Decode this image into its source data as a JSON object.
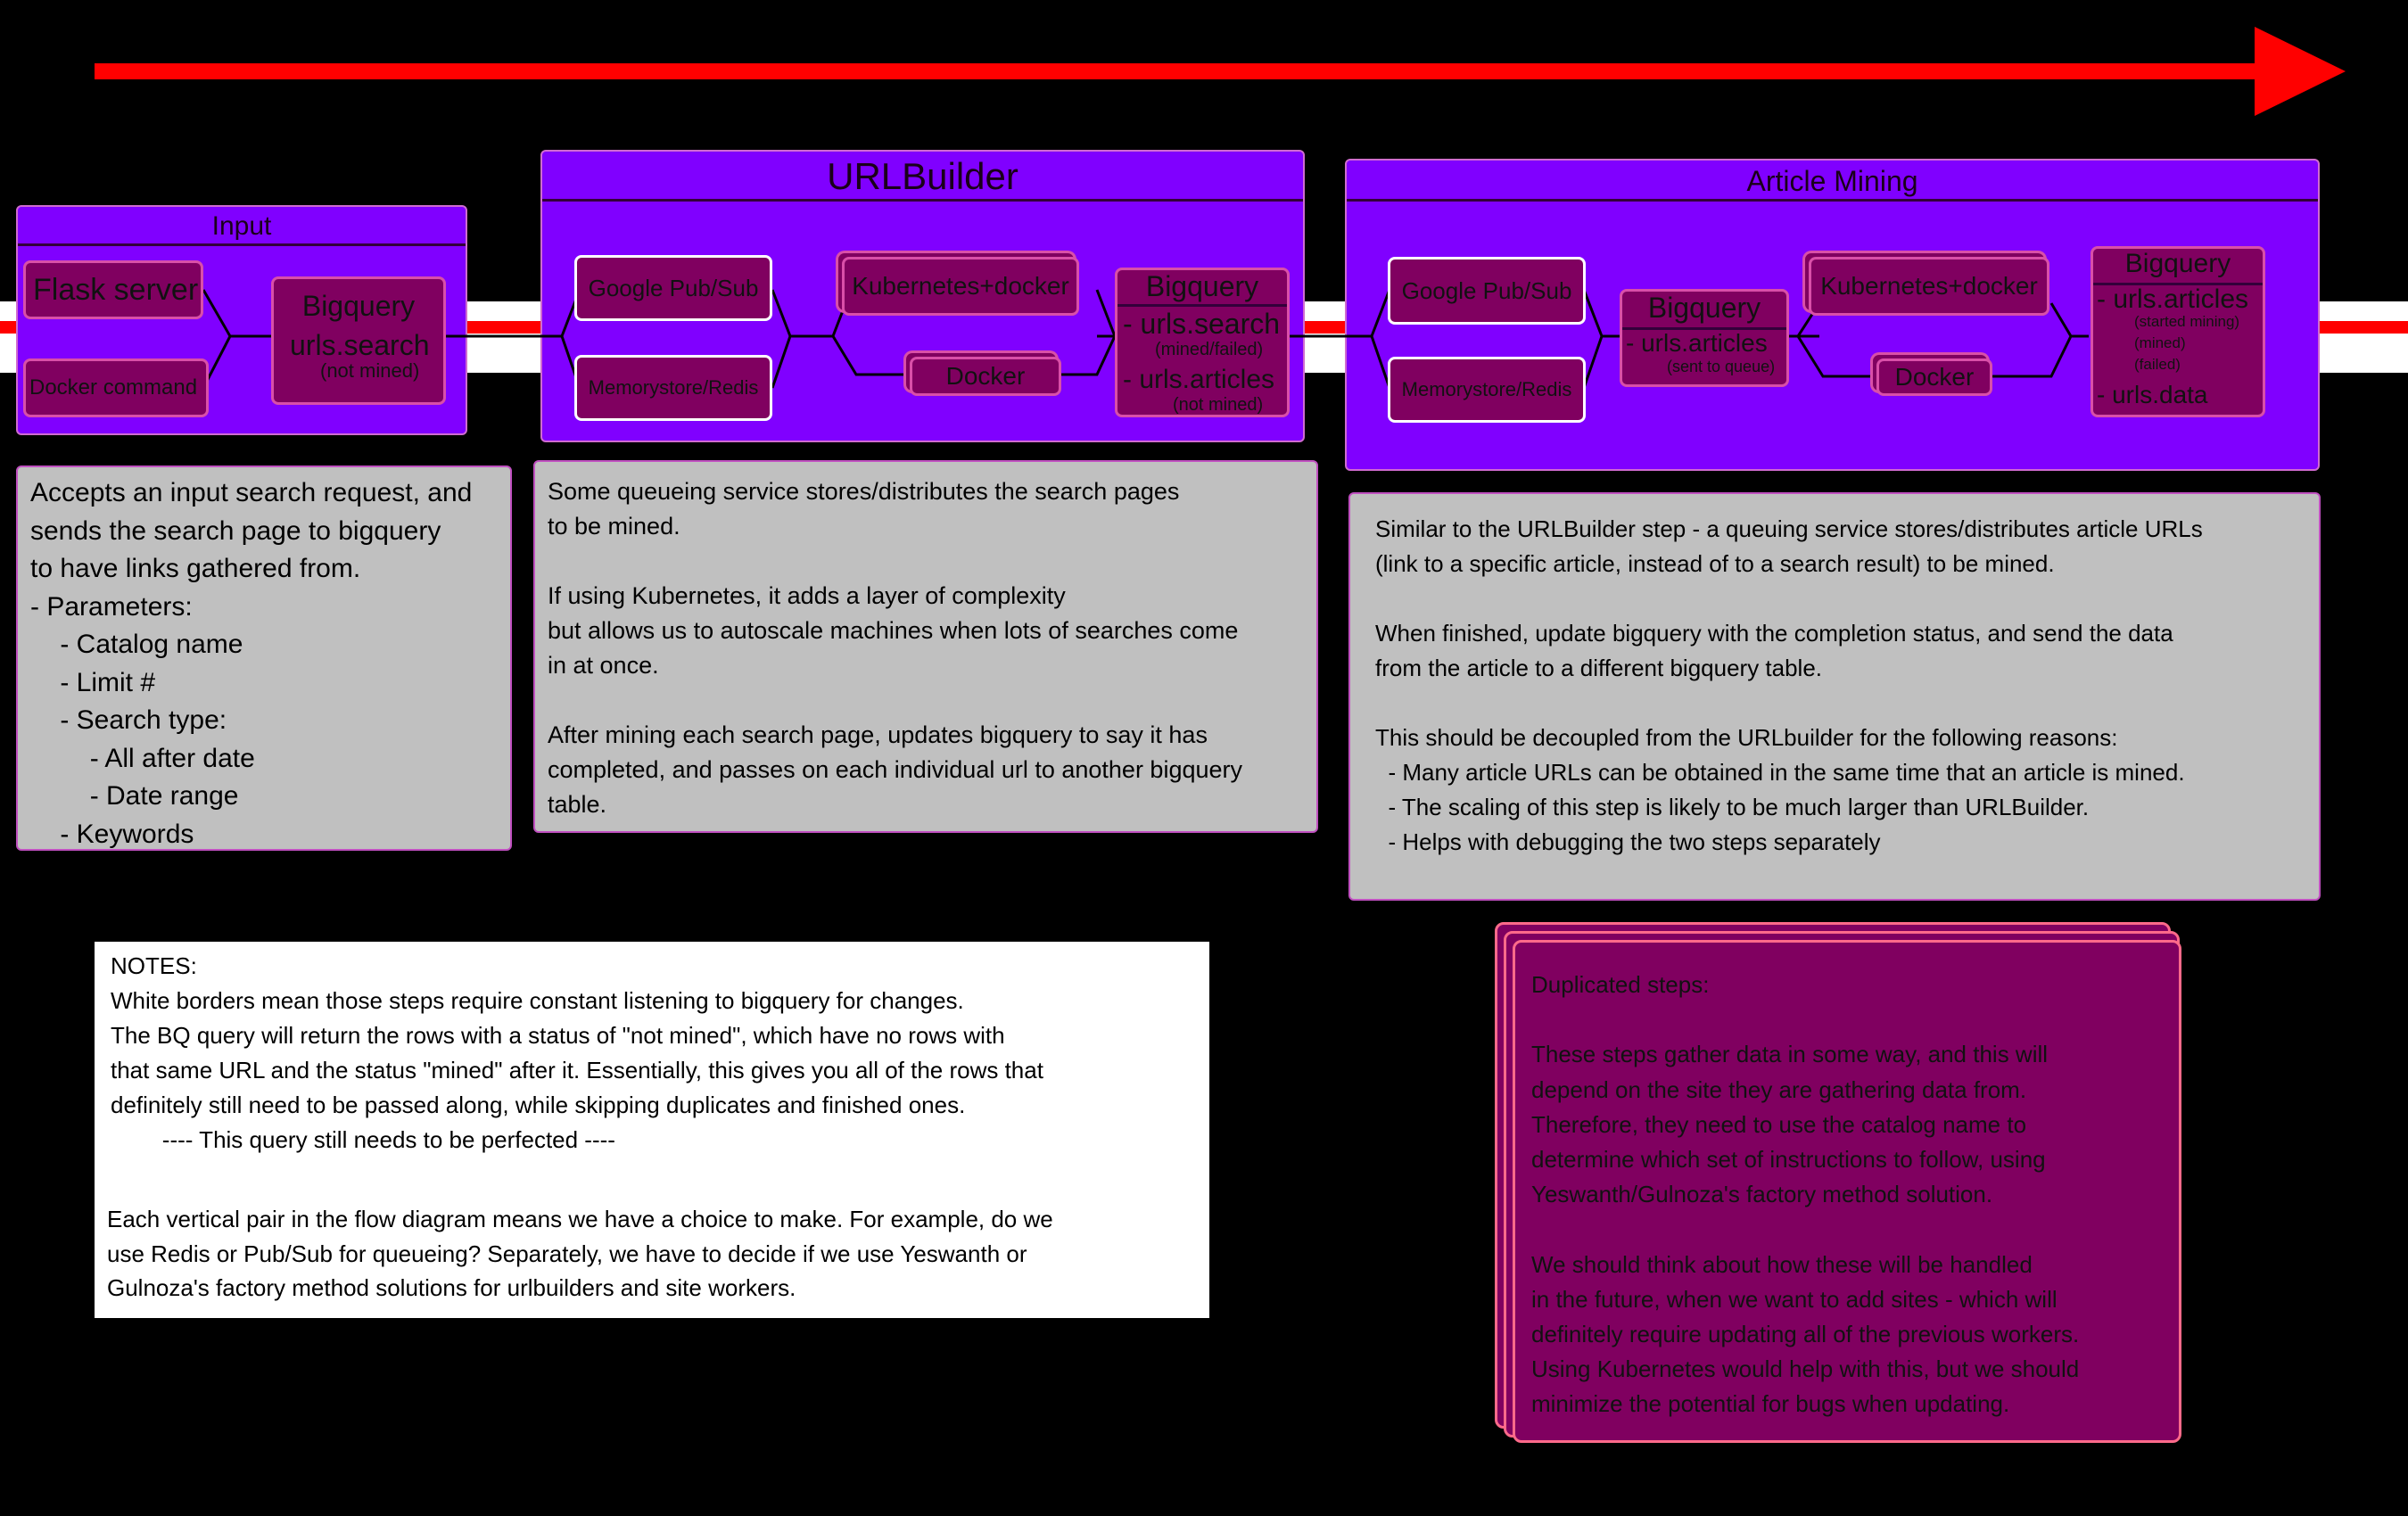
{
  "input": {
    "title": "Input",
    "flask_server": "Flask server",
    "docker_command": "Docker command",
    "bigquery": {
      "title": "Bigquery",
      "field": "urls.search",
      "note": "(not mined)"
    },
    "description": "Accepts an input search request, and\nsends the search page to bigquery\nto have links gathered from.\n- Parameters:\n    - Catalog name\n    - Limit #\n    - Search type:\n        - All after date\n        - Date range\n    - Keywords"
  },
  "urlbuilder": {
    "title": "URLBuilder",
    "pubsub": "Google Pub/Sub",
    "redis": "Memorystore/Redis",
    "kubernetes": "Kubernetes+docker",
    "docker": "Docker",
    "bigquery": {
      "title": "Bigquery",
      "field1": "- urls.search",
      "note1": "(mined/failed)",
      "field2": "- urls.articles",
      "note2": "(not mined)"
    },
    "description": "Some queueing service stores/distributes the search pages\nto be mined.\n\nIf using Kubernetes, it adds a layer of complexity\nbut allows us to autoscale machines when lots of searches come\nin at once.\n\nAfter mining each search page, updates bigquery to say it has\ncompleted, and passes on each individual url to another bigquery\ntable."
  },
  "article_mining": {
    "title": "Article Mining",
    "pubsub": "Google Pub/Sub",
    "redis": "Memorystore/Redis",
    "bigquery_queue": {
      "title": "Bigquery",
      "field": "- urls.articles",
      "note": "(sent to queue)"
    },
    "kubernetes": "Kubernetes+docker",
    "docker": "Docker",
    "bigquery_out": {
      "title": "Bigquery",
      "field1": "- urls.articles",
      "note1a": "(started mining)",
      "note1b": "(mined)",
      "note1c": "(failed)",
      "field2": "- urls.data"
    },
    "description": "Similar to the URLBuilder step - a queuing service stores/distributes article URLs\n(link to a specific article, instead of to a search result) to be mined.\n\nWhen finished, update bigquery with the completion status, and send the data\nfrom the article to a different bigquery table.\n\nThis should be decoupled from the URLbuilder for the following reasons:\n  - Many article URLs can be obtained in the same time that an article is mined.\n  - The scaling of this step is likely to be much larger than URLBuilder.\n  - Helps with debugging the two steps separately"
  },
  "notes": {
    "text1": "NOTES:\nWhite borders mean those steps require constant listening to bigquery for changes.\nThe BQ query will return the rows with a status of \"not mined\", which have no rows with\nthat same URL and the status \"mined\" after it. Essentially, this gives you all of the rows that\ndefinitely still need to be passed along, while skipping duplicates and finished ones.\n        ---- This query still needs to be perfected ----",
    "text2": "Each vertical pair in the flow diagram means we have a choice to make. For example, do we\nuse Redis or Pub/Sub for queueing? Separately, we have to decide if we use Yeswanth or\nGulnoza's factory method solutions for urlbuilders and site workers."
  },
  "duplicated": {
    "text": "Duplicated steps:\n\nThese steps gather data in some way, and this will\ndepend on the site they are gathering data from.\nTherefore, they need to use the catalog name to\ndetermine which set of instructions to follow, using\nYeswanth/Gulnoza's factory method solution.\n\nWe should think about how these will be handled\nin the future, when we want to add sites - which will\ndefinitely require updating all of the previous workers.\nUsing Kubernetes would help with this, but we should\nminimize the potential for bugs when updating."
  },
  "colors": {
    "arrow": "#ff0000",
    "stage_bg": "#8000ff",
    "node_bg": "#800060",
    "node_border": "#d94fa8",
    "desc_bg": "#c0c0c0",
    "duplicated_border": "#ff6a8a"
  }
}
